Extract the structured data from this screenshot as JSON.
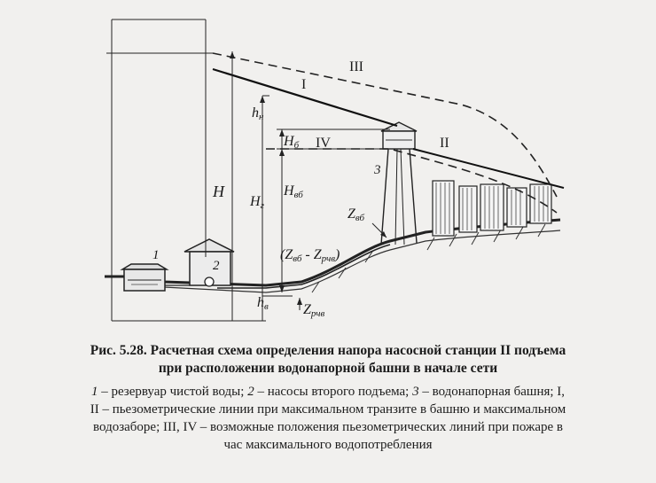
{
  "figure": {
    "labels": {
      "num_1": "1",
      "num_2": "2",
      "num_3": "3",
      "line_I": "I",
      "line_II": "II",
      "line_III": "III",
      "line_IV": "IV",
      "h_n": "h",
      "h_n_sub": "н",
      "H_b": "H",
      "H_b_sub": "б",
      "H_vb": "H",
      "H_vb_sub": "вб",
      "H": "H",
      "H_g": "H",
      "H_g_sub": "г",
      "h_v": "h",
      "h_v_sub": "в",
      "Z_vb": "Z",
      "Z_vb_sub": "вб",
      "Z_rchv": "Z",
      "Z_rchv_sub": "рчв",
      "diff_open": "(Z",
      "diff_sub1": "вб",
      "diff_minus": " - Z",
      "diff_sub2": "рчв",
      "diff_close": ")"
    }
  },
  "caption": {
    "title_line1": "Рис. 5.28. Расчетная схема определения напора насосной станции II подъема",
    "title_line2": "при расположении водонапорной башни в начале сети",
    "legend": {
      "n1": "1",
      "t1": " – резервуар чистой воды; ",
      "n2": "2",
      "t2": " – насосы второго подъема; ",
      "n3": "3",
      "t3": " – водонапорная башня; I,",
      "line2": "II – пьезометрические линии при максимальном транзите в башню и максимальном",
      "line3": "водозаборе; III, IV – возможные положения пьезометрических линий при пожаре в",
      "line4": "час максимального водопотребления"
    }
  }
}
